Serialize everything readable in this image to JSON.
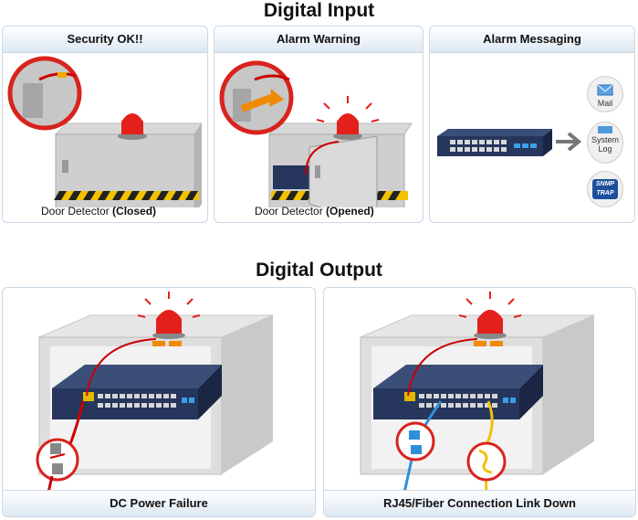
{
  "digital_input": {
    "title": "Digital Input",
    "panels": [
      {
        "title": "Security OK!!",
        "caption_prefix": "Door Detector ",
        "caption_state": "(Closed)"
      },
      {
        "title": "Alarm Warning",
        "caption_prefix": "Door Detector ",
        "caption_state": "(Opened)"
      },
      {
        "title": "Alarm Messaging"
      }
    ],
    "messaging_icons": {
      "mail": "Mail",
      "system_log_line1": "System",
      "system_log_line2": "Log",
      "snmp_line1": "SNMP",
      "snmp_line2": "TRAP"
    }
  },
  "digital_output": {
    "title": "Digital Output",
    "panels": [
      {
        "title": "DC Power Failure"
      },
      {
        "title": "RJ45/Fiber Connection Link Down"
      }
    ]
  },
  "colors": {
    "panel_border": "#c9d8e6",
    "header_bg": "#dde8f2",
    "alarm_red": "#e3201b",
    "switch_blue": "#26365c"
  }
}
